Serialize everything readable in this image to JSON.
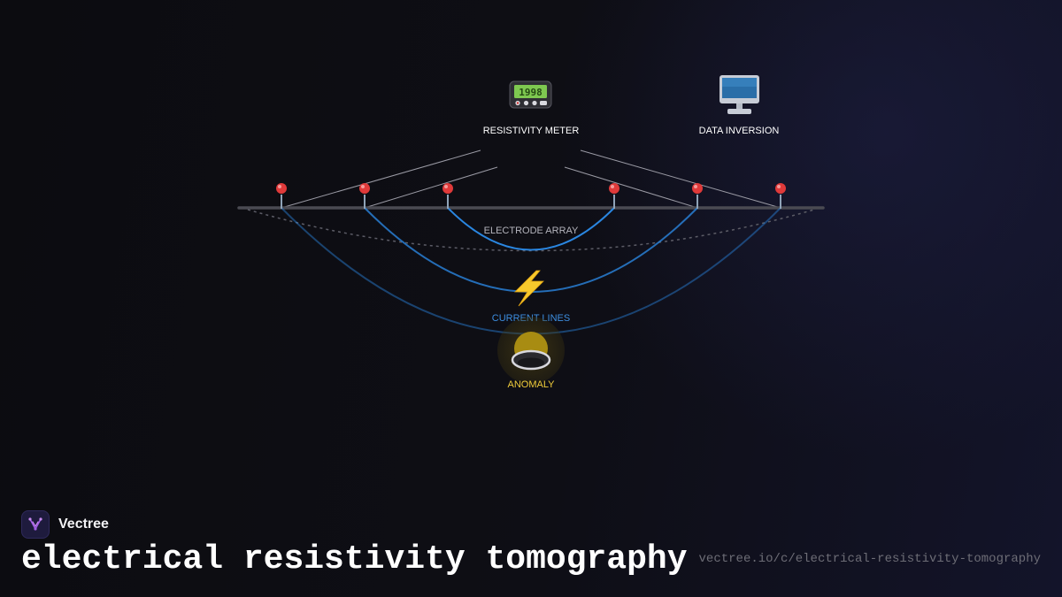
{
  "diagram": {
    "labels": {
      "meter": "RESISTIVITY METER",
      "inversion": "DATA INVERSION",
      "array": "ELECTRODE ARRAY",
      "current": "CURRENT LINES",
      "anomaly": "ANOMALY"
    },
    "icons": {
      "meter": "pager-icon",
      "inversion": "desktop-computer-icon",
      "electrode": "pin-icon",
      "current": "lightning-bolt-icon",
      "anomaly": "anomaly-blob-icon"
    },
    "electrode_count": 6,
    "colors": {
      "current_line": "#2a86e0",
      "anomaly": "#e0c23a",
      "electrode": "#e03a3a",
      "ground": "#4a4a52",
      "current_label": "#3d8ee0",
      "anomaly_label": "#f0cc3a"
    }
  },
  "brand": {
    "name": "Vectree"
  },
  "footer": {
    "title": "electrical resistivity tomography",
    "url": "vectree.io/c/electrical-resistivity-tomography"
  }
}
